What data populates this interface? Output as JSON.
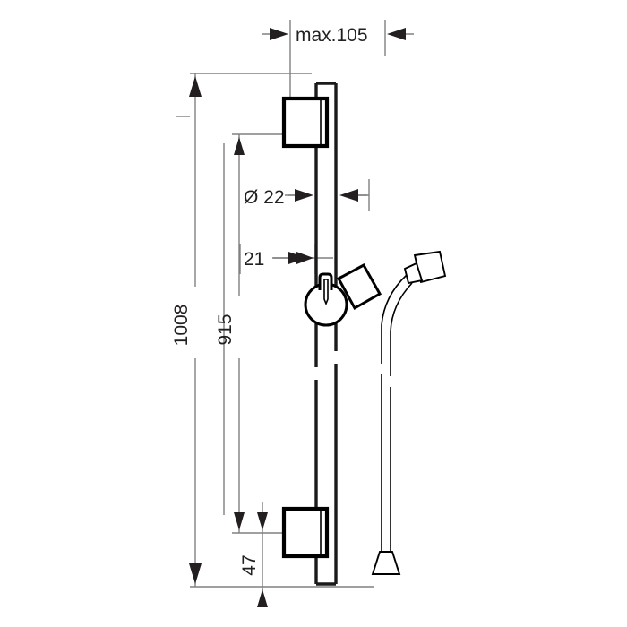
{
  "drawing": {
    "title": "Shower bar with hand shower and hose — dimensioned technical drawing",
    "units": "mm",
    "background_color": "#ffffff",
    "line_color": "#000000",
    "dimension_line_color": "#808080",
    "text_color": "#231f20"
  },
  "dimensions": {
    "max_depth": {
      "label": "max.105",
      "orientation": "horizontal",
      "position": "top"
    },
    "bar_diameter": {
      "label": "Ø 22",
      "orientation": "horizontal",
      "position": "upper-middle"
    },
    "wall_offset": {
      "label": "21",
      "orientation": "horizontal",
      "position": "middle"
    },
    "overall_height": {
      "label": "1008",
      "orientation": "vertical",
      "position": "far-left"
    },
    "bracket_span": {
      "label": "915",
      "orientation": "vertical",
      "position": "left"
    },
    "lower_offset": {
      "label": "47",
      "orientation": "vertical",
      "position": "bottom-left"
    }
  },
  "parts": {
    "slide_bar": "slide-bar",
    "upper_bracket": "upper-wall-bracket",
    "lower_bracket": "lower-wall-bracket",
    "slider_holder": "slider-holder",
    "hand_shower": "hand-shower",
    "hose": "shower-hose",
    "hose_nut": "hose-connection-nut",
    "hose_cone": "hose-cone-end"
  }
}
